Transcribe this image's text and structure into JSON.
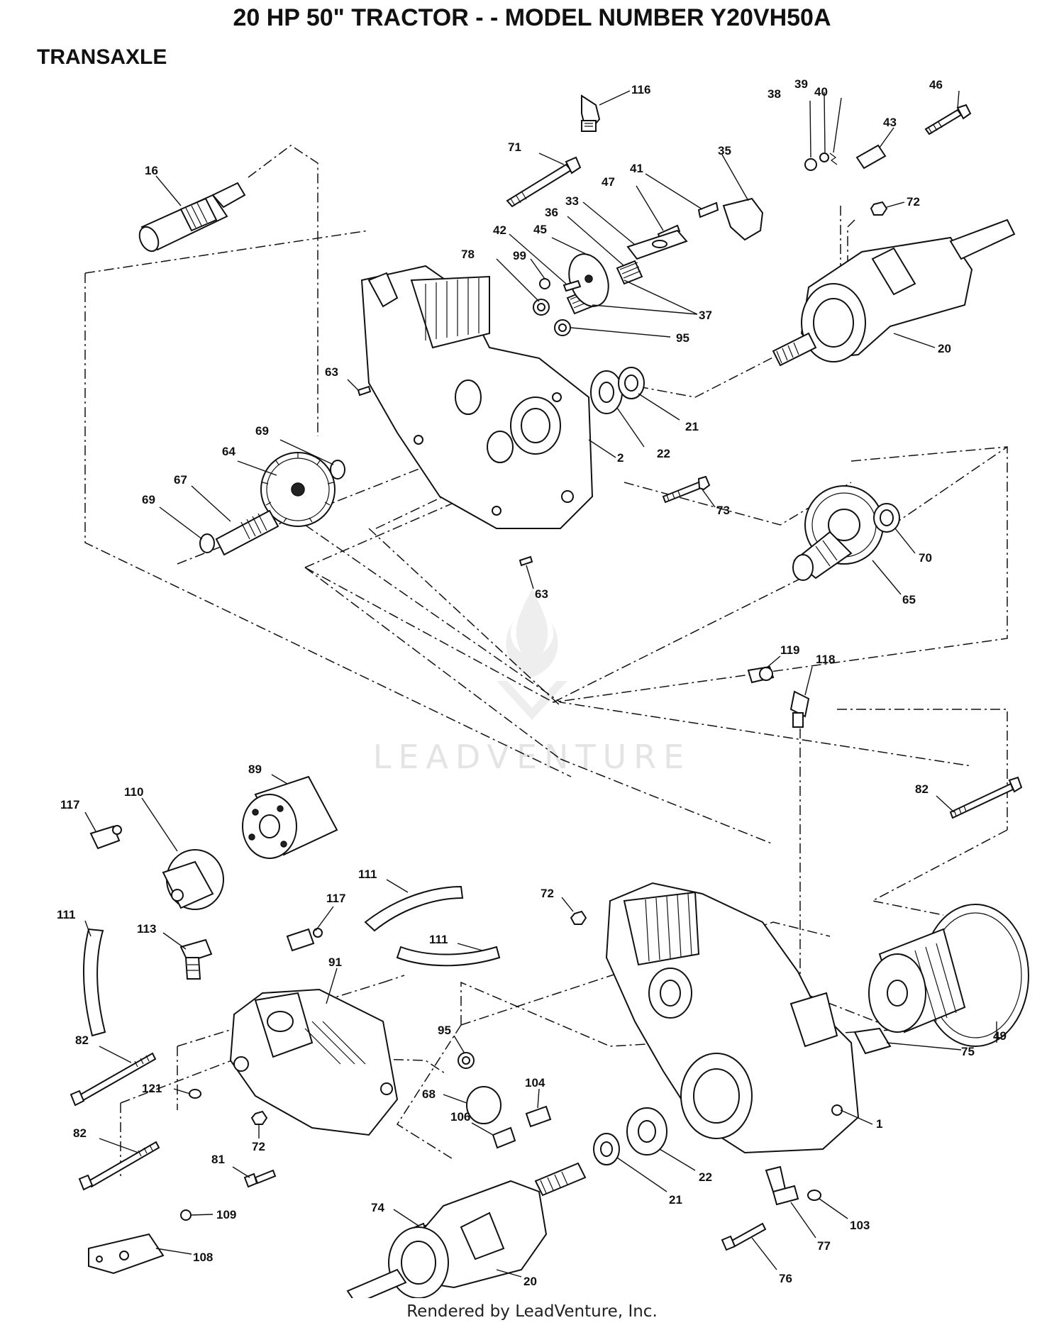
{
  "header": {
    "title": "20 HP 50\" TRACTOR - - MODEL NUMBER Y20VH50A",
    "section": "TRANSAXLE"
  },
  "footer": {
    "text": "Rendered by LeadVenture, Inc."
  },
  "watermark": {
    "text": "LEADVENTURE"
  },
  "callouts": {
    "c116": "116",
    "c38": "38",
    "c39": "39",
    "c40": "40",
    "c46": "46",
    "c43": "43",
    "c71": "71",
    "c35": "35",
    "c47": "47",
    "c41": "41",
    "c72a": "72",
    "c16": "16",
    "c33": "33",
    "c36": "36",
    "c42": "42",
    "c45": "45",
    "c78": "78",
    "c99": "99",
    "c37": "37",
    "c95a": "95",
    "c20a": "20",
    "c63a": "63",
    "c21a": "21",
    "c22a": "22",
    "c69a": "69",
    "c2": "2",
    "c64": "64",
    "c67": "67",
    "c69b": "69",
    "c73": "73",
    "c70": "70",
    "c63b": "63",
    "c65": "65",
    "c119": "119",
    "c118": "118",
    "c89": "89",
    "c117a": "117",
    "c110": "110",
    "c82a": "82",
    "c111a": "111",
    "c117b": "117",
    "c72b": "72",
    "c111b": "111",
    "c113": "113",
    "c111c": "111",
    "c91": "91",
    "c95b": "95",
    "c75": "75",
    "c49": "49",
    "c82b": "82",
    "c121": "121",
    "c68": "68",
    "c104": "104",
    "c106": "106",
    "c1": "1",
    "c82c": "82",
    "c72c": "72",
    "c22b": "22",
    "c81": "81",
    "c74": "74",
    "c21b": "21",
    "c109": "109",
    "c103": "103",
    "c77": "77",
    "c108": "108",
    "c20b": "20",
    "c76": "76"
  },
  "icons": {
    "watermark_logo": "flame-v-logo-icon"
  }
}
